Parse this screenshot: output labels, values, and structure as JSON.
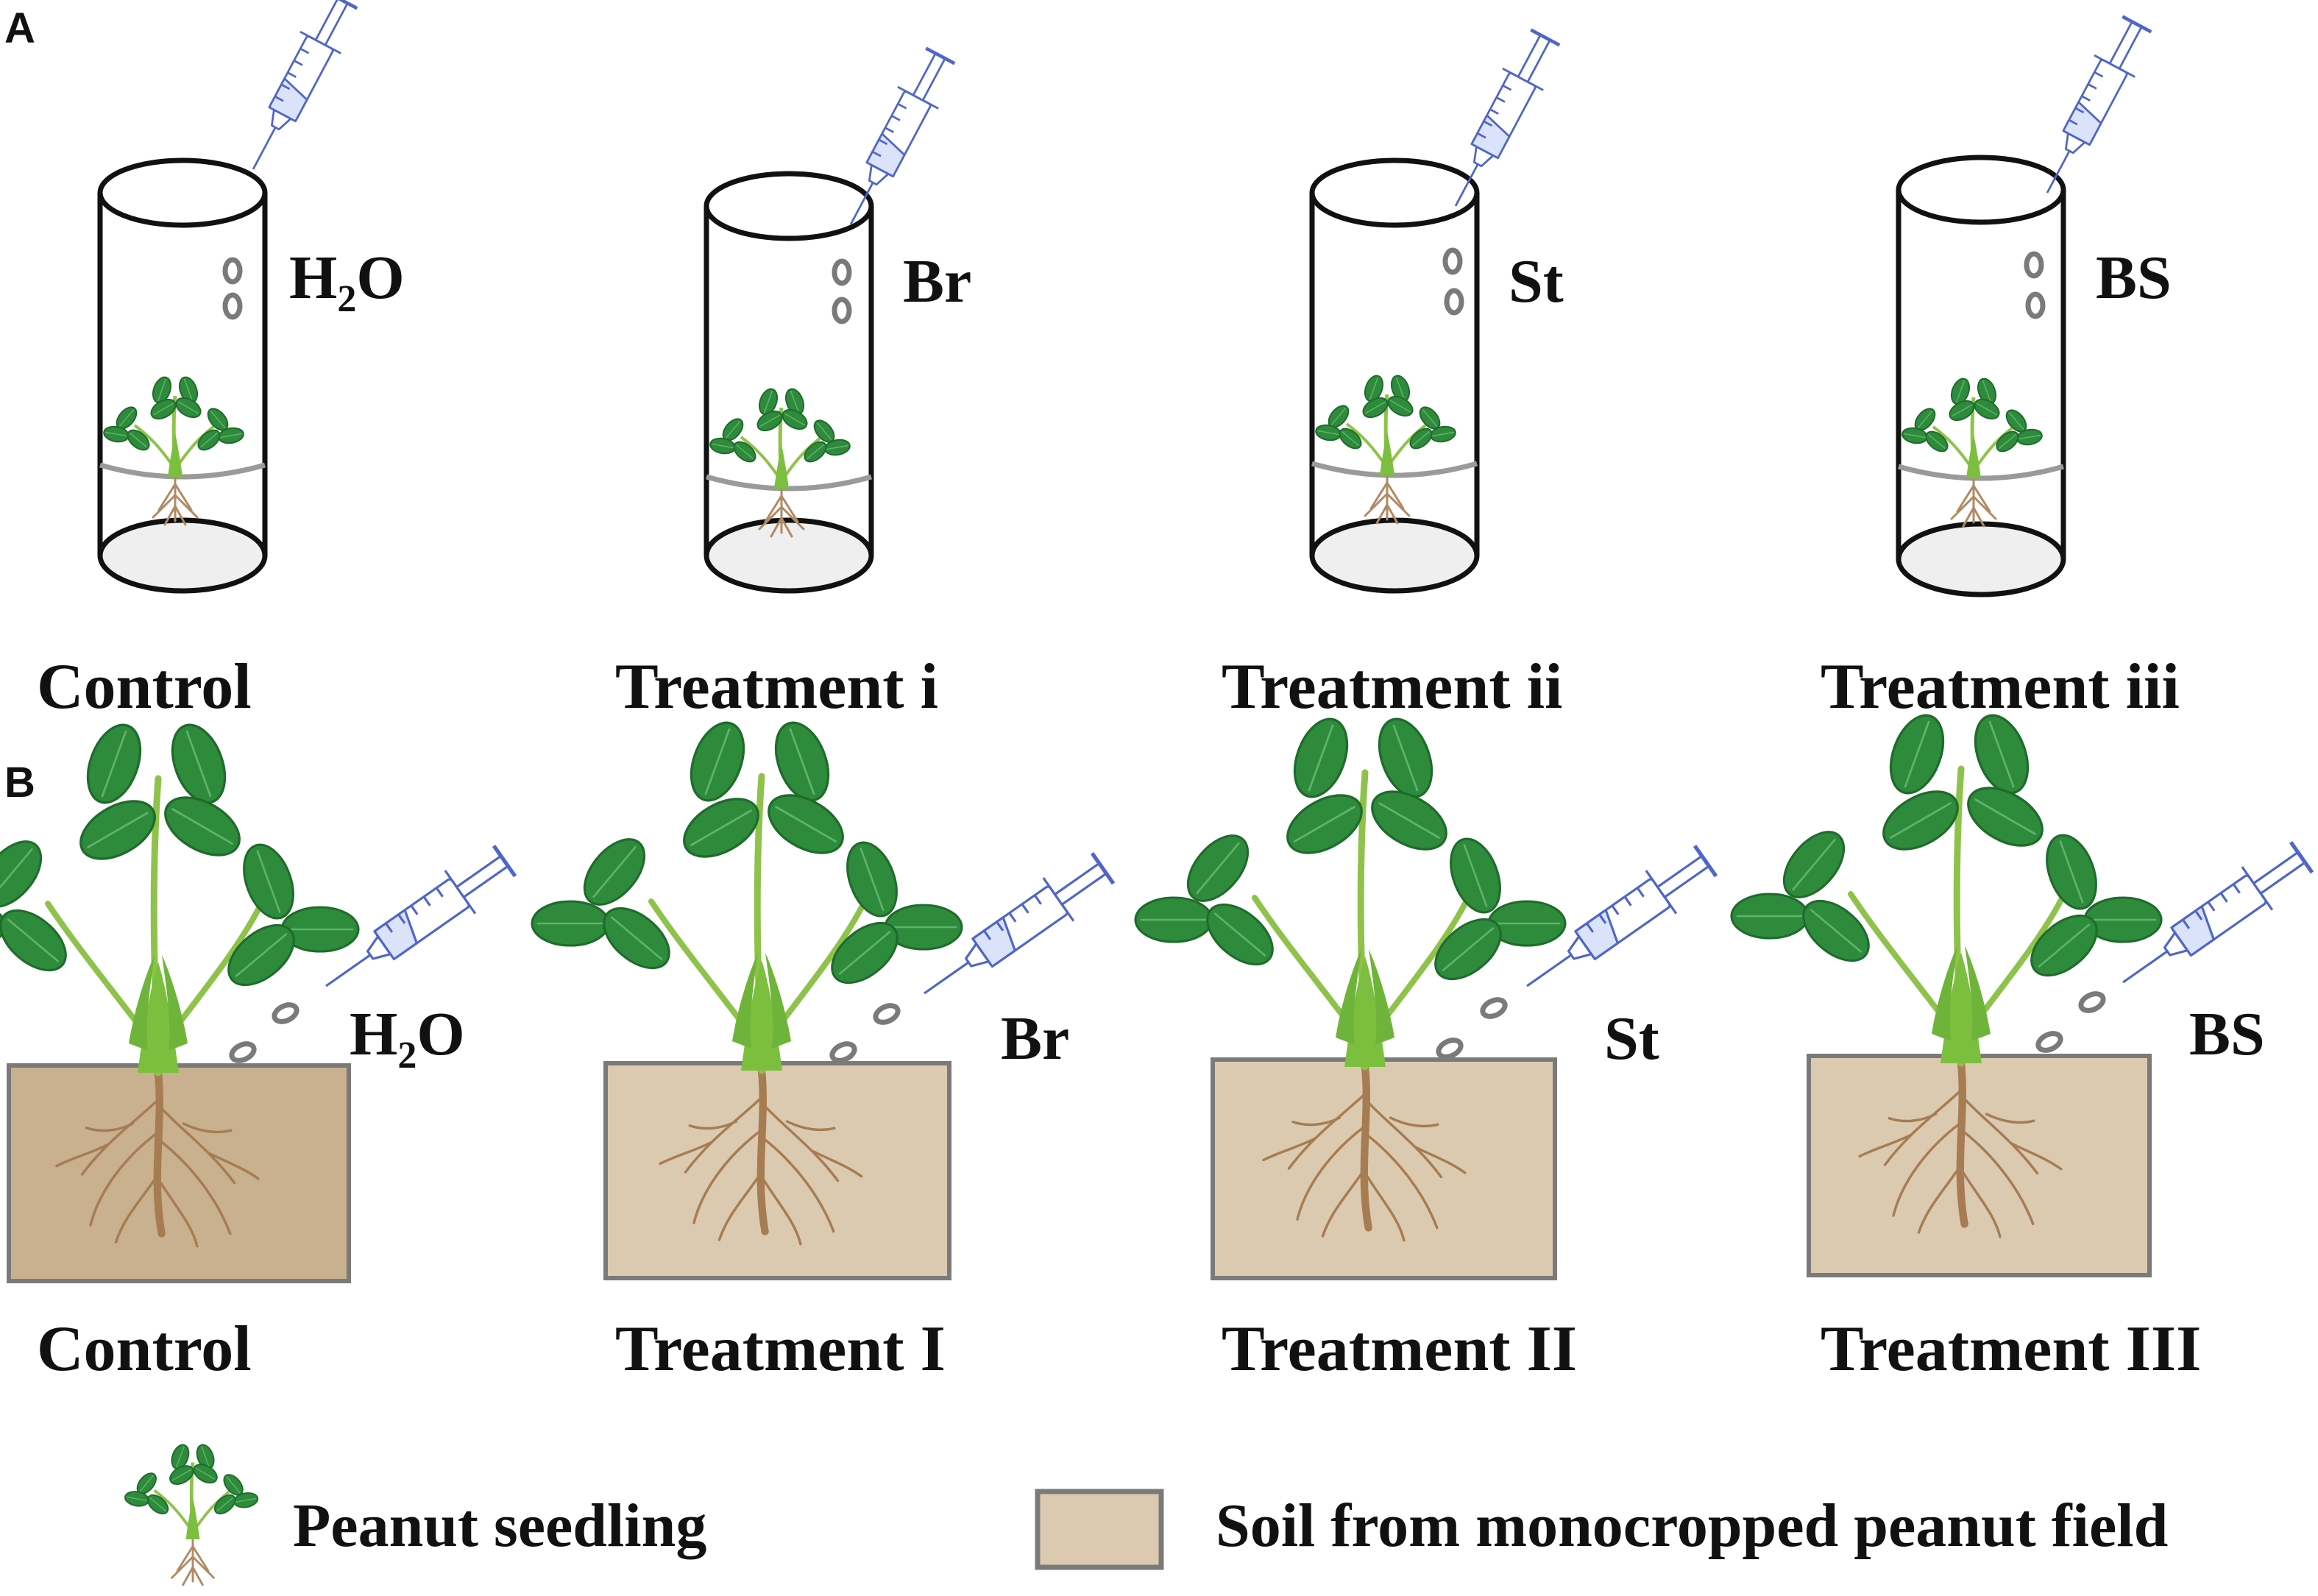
{
  "panels": {
    "a": {
      "label": "A",
      "columns": [
        {
          "caption": "Control",
          "agent": {
            "main": "H",
            "sub": "2",
            "rest": "O"
          }
        },
        {
          "caption": "Treatment i",
          "agent": {
            "main": "Br",
            "sub": "",
            "rest": ""
          }
        },
        {
          "caption": "Treatment ii",
          "agent": {
            "main": "St",
            "sub": "",
            "rest": ""
          }
        },
        {
          "caption": "Treatment iii",
          "agent": {
            "main": "BS",
            "sub": "",
            "rest": ""
          }
        }
      ]
    },
    "b": {
      "label": "B",
      "columns": [
        {
          "caption": "Control",
          "agent": {
            "main": "H",
            "sub": "2",
            "rest": "O"
          }
        },
        {
          "caption": "Treatment I",
          "agent": {
            "main": "Br",
            "sub": "",
            "rest": ""
          }
        },
        {
          "caption": "Treatment II",
          "agent": {
            "main": "St",
            "sub": "",
            "rest": ""
          }
        },
        {
          "caption": "Treatment III",
          "agent": {
            "main": "BS",
            "sub": "",
            "rest": ""
          }
        }
      ]
    }
  },
  "legend": {
    "seedling": "Peanut seedling",
    "soil": "Soil from monocropped peanut field"
  },
  "colors": {
    "soil": "#dccab0",
    "soil_control": "#c9b08f",
    "soil_border": "#7a7a7a",
    "leaf": "#2e8b3c",
    "leaf_dark": "#1f6b2c",
    "stem": "#8fc24a",
    "root": "#a67c52",
    "syringe": "#4f66c9",
    "tube": "#111111",
    "droplet": "#7a7a7a"
  }
}
